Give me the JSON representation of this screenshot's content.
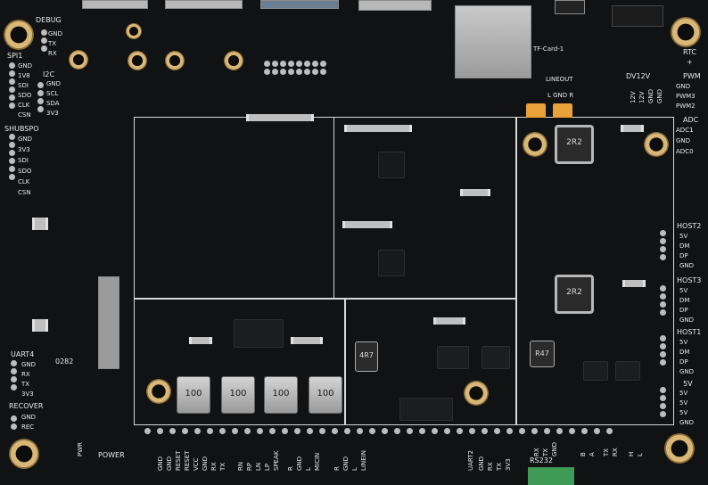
{
  "board": {
    "labels": {
      "debug": "DEBUG",
      "debug_gnd": "GND",
      "debug_tx": "TX",
      "debug_rx": "RX",
      "spi1": "SPI1",
      "spi1_pins": [
        "GND",
        "1V8",
        "SDI",
        "SDO",
        "CLK",
        "CSN"
      ],
      "i2c": "I2C",
      "i2c_pins": [
        "GND",
        "SCL",
        "SDA",
        "3V3"
      ],
      "shubspo": "SHUBSPO",
      "shubspo_pins": [
        "GND",
        "3V3",
        "SDI",
        "SDO",
        "CLK",
        "CSN"
      ],
      "uart4": "UART4",
      "uart4_pins": [
        "GND",
        "RX",
        "TX",
        "3V3"
      ],
      "recover": "RECOVER",
      "recover_pins": [
        "GND",
        "REC"
      ],
      "power": "POWER",
      "pwr": "PWR",
      "tfcard": "TF-Card-1",
      "lineout": "LINEOUT",
      "lineout_pins": "L GND R",
      "dv12v": "DV12V",
      "dv12v_pins": [
        "12V",
        "12V",
        "GND",
        "GND"
      ],
      "rtc": "RTC",
      "rtc_pin": "+",
      "pwm": "PWM",
      "pwm_pins": [
        "GND",
        "PWM3",
        "PWM2"
      ],
      "adc": "ADC",
      "adc_pins": [
        "ADC1",
        "GND",
        "ADC0"
      ],
      "host2": "HOST2",
      "host2_pins": [
        "5V",
        "DM",
        "DP",
        "GND"
      ],
      "host3": "HOST3",
      "host3_pins": [
        "5V",
        "DM",
        "DP",
        "GND"
      ],
      "host1": "HOST1",
      "host1_pins": [
        "5V",
        "DM",
        "DP",
        "GND"
      ],
      "v5": "5V",
      "v5_pins": [
        "5V",
        "5V",
        "5V",
        "GND"
      ],
      "uart2": "UART2",
      "uart2_pins": [
        "GND",
        "RX",
        "TX",
        "3V3"
      ],
      "rs232": "RS232",
      "rs232_pins": [
        "RX",
        "TX",
        "GND"
      ],
      "bottom_left_pins": [
        "GND",
        "GND",
        "RESET",
        "RESET"
      ],
      "bottom_vcc": [
        "VCC",
        "GND",
        "RX",
        "TX"
      ],
      "bottom_speak": [
        "RN",
        "RP",
        "LN",
        "LP",
        "SPEAK"
      ],
      "bottom_mic": [
        "R",
        "GND",
        "L",
        "MICIN"
      ],
      "bottom_linein": [
        "R",
        "GND",
        "L",
        "LINEIN"
      ],
      "bottom_right": [
        "B",
        "A",
        "TX",
        "RX",
        "H",
        "L"
      ],
      "inductor_100": "100",
      "inductor_2r2": "2R2",
      "inductor_4r7": "4R7",
      "inductor_r47": "R47",
      "board_code": "0282"
    }
  }
}
